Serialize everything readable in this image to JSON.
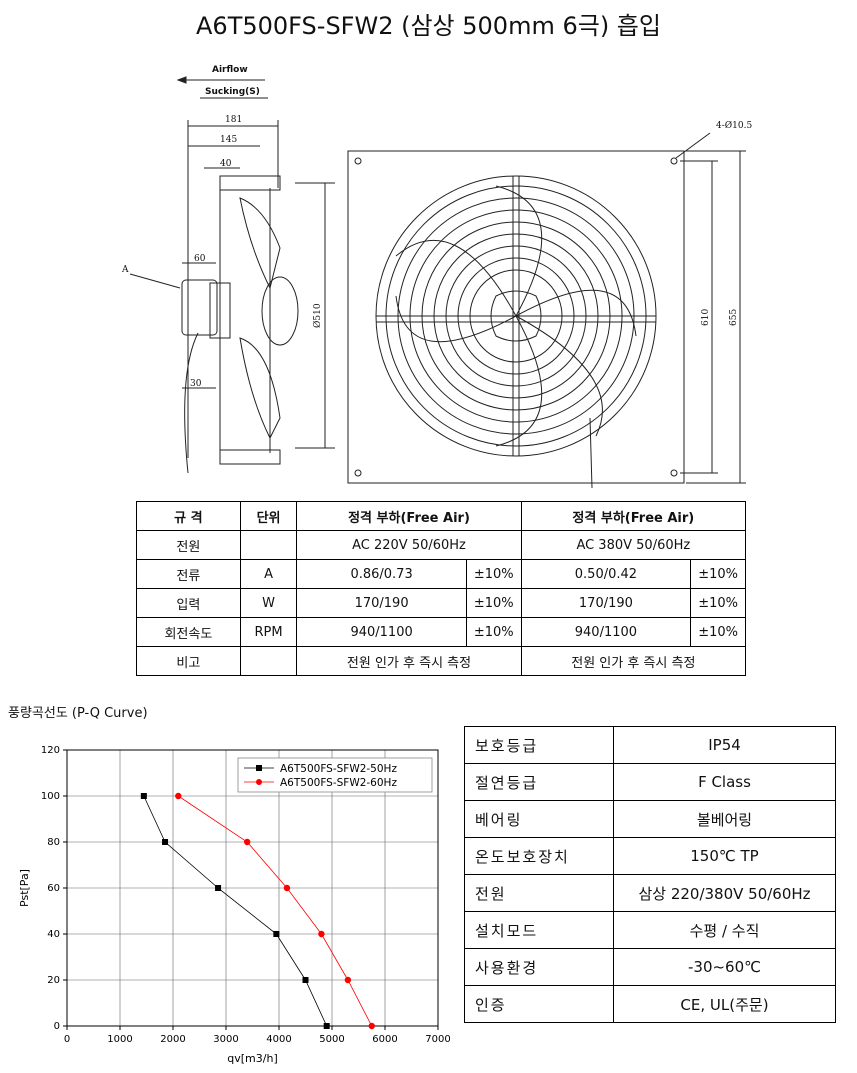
{
  "title": "A6T500FS-SFW2 (삼상 500mm 6극) 흡입",
  "drawing": {
    "airflow_label": "Airflow",
    "sucking_label": "Sucking(S)",
    "dim_181": "181",
    "dim_145": "145",
    "dim_40": "40",
    "dim_60": "60",
    "dim_30": "30",
    "dim_a": "A",
    "dim_diameter": "Ø510",
    "dim_holes": "4-Ø10.5",
    "dim_610": "610",
    "dim_655": "655"
  },
  "spec_table": {
    "headers": [
      "규 격",
      "단위",
      "정격 부하(Free Air)",
      "정격 부하(Free Air)"
    ],
    "power": {
      "label": "전원",
      "v1": "AC 220V 50/60Hz",
      "v2": "AC 380V 50/60Hz"
    },
    "rows": [
      {
        "label": "전류",
        "unit": "A",
        "v1": "0.86/0.73",
        "t1": "±10%",
        "v2": "0.50/0.42",
        "t2": "±10%"
      },
      {
        "label": "입력",
        "unit": "W",
        "v1": "170/190",
        "t1": "±10%",
        "v2": "170/190",
        "t2": "±10%"
      },
      {
        "label": "회전속도",
        "unit": "RPM",
        "v1": "940/1100",
        "t1": "±10%",
        "v2": "940/1100",
        "t2": "±10%"
      }
    ],
    "note": {
      "label": "비고",
      "v1": "전원 인가 후 즉시 측정",
      "v2": "전원 인가 후 즉시 측정"
    }
  },
  "curve_label": "풍량곡선도 (P-Q Curve)",
  "chart_data": {
    "type": "line",
    "xlabel": "qv[m3/h]",
    "ylabel": "Pst[Pa]",
    "xlim": [
      0,
      7000
    ],
    "ylim": [
      0,
      120
    ],
    "xticks": [
      "0",
      "1000",
      "2000",
      "3000",
      "4000",
      "5000",
      "6000",
      "7000"
    ],
    "yticks": [
      "0",
      "20",
      "40",
      "60",
      "80",
      "100",
      "120"
    ],
    "grid": true,
    "legend": "top-right",
    "series": [
      {
        "name": "A6T500FS-SFW2-50Hz",
        "color": "#000000",
        "marker": "square",
        "x": [
          1450,
          1850,
          2850,
          3950,
          4500,
          4900
        ],
        "y": [
          100,
          80,
          60,
          40,
          20,
          0
        ]
      },
      {
        "name": "A6T500FS-SFW2-60Hz",
        "color": "#ff0000",
        "marker": "circle",
        "x": [
          2100,
          3400,
          4150,
          4800,
          5300,
          5750
        ],
        "y": [
          100,
          80,
          60,
          40,
          20,
          0
        ]
      }
    ]
  },
  "properties": [
    {
      "key": "보호등급",
      "value": "IP54"
    },
    {
      "key": "절연등급",
      "value": "F Class"
    },
    {
      "key": "베어링",
      "value": "볼베어링"
    },
    {
      "key": "온도보호장치",
      "value": "150℃ TP"
    },
    {
      "key": "전원",
      "value": "삼상 220/380V 50/60Hz"
    },
    {
      "key": "설치모드",
      "value": "수평 / 수직"
    },
    {
      "key": "사용환경",
      "value": "-30~60℃"
    },
    {
      "key": "인증",
      "value": "CE, UL(주문)"
    }
  ]
}
